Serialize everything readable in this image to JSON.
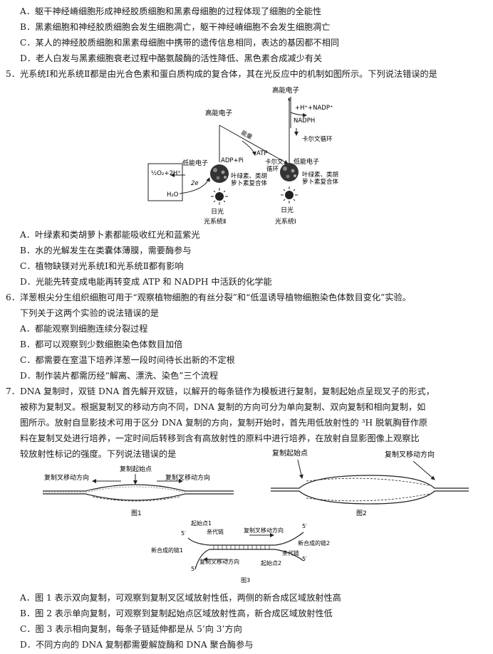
{
  "q4_options": [
    "A．躯干神经嵴细胞形成神经胶质细胞和黑素母细胞的过程体现了细胞的全能性",
    "B．黑素细胞和神经胶质细胞会发生细胞凋亡，躯干神经嵴细胞不会发生细胞凋亡",
    "C．某人的神经胶质细胞和黑素母细胞中携带的遗传信息相同，表达的基因都不相同",
    "D．老人白发与黑素细胞衰老过程中酪氨酸酶的活性降低、黑色素合成减少有关"
  ],
  "q5": {
    "stem": "5．光系统Ⅰ和光系统Ⅱ都是由光合色素和蛋白质构成的复合体，其在光反应中的机制如图所示。下列说法错误的是",
    "figure": {
      "high_e_1": "高能电子",
      "high_e_2": "高能电子",
      "e_label": "e",
      "h_nadp": "+H⁺+NADP⁺",
      "nadph": "NADPH",
      "calvin_1": "卡尔文循环",
      "energy": "能量",
      "atp": "ATP",
      "adp_pi": "ADP+Pi",
      "calvin_2a": "卡尔文",
      "calvin_2b": "循环",
      "low_e_1": "低能电子",
      "low_e_2": "低能电子",
      "complex_1a": "叶绿素、类胡",
      "complex_1b": "萝卜素复合体",
      "complex_2a": "叶绿素、类胡",
      "complex_2b": "萝卜素复合体",
      "o2_2h": "½O₂+2H⁺",
      "two_e": "2e",
      "h2o": "H₂O",
      "sun_1": "日光",
      "sun_2": "日光",
      "ps2": "光系统Ⅱ",
      "ps1": "光系统Ⅰ"
    },
    "options": [
      "A．叶绿素和类胡萝卜素都能吸收红光和蓝紫光",
      "B．水的光解发生在类囊体薄膜，需要酶参与",
      "C．植物缺镁对光系统Ⅰ和光系统Ⅱ都有影响",
      "D．光能先转变成电能再转变成 ATP 和 NADPH 中活跃的化学能"
    ]
  },
  "q6": {
    "stem_1": "6．洋葱根尖分生组织细胞可用于“观察植物细胞的有丝分裂”和“低温诱导植物细胞染色体数目变化”实验。",
    "stem_2": "下列关于这两个实验的说法错误的是",
    "options": [
      "A．都能观察到细胞连续分裂过程",
      "B．都可以观察到少数细胞染色体数目加倍",
      "C．都需要在室温下培养洋葱一段时间待长出新的不定根",
      "D．制作装片都需历经“解离、漂洗、染色”三个流程"
    ]
  },
  "q7": {
    "lines": [
      "7．DNA 复制时，双链 DNA 首先解开双链，以解开的每条链作为模板进行复制，复制起始点呈现叉子的形式，",
      "被称为复制叉。根据复制叉的移动方向不同，DNA 复制的方向可分为单向复制、双向复制和相向复制，如",
      "图所示。放射自显影技术可用于区分 DNA 复制的方向，复制开始时，首先用低放射性的 ³H 脱氧胸苷作原",
      "料在复制叉处进行培养，一定时间后转移到含有高放射性的原料中进行培养，在放射自显影图像上观察比",
      "较放射性标记的强度。下列说法错误的是"
    ],
    "fig1": {
      "origin": "复制起始点",
      "fork_left": "复制叉移动方向",
      "fork_right": "复制叉移动方向",
      "caption": "图1"
    },
    "fig2": {
      "origin": "复制起始点",
      "fork": "复制叉移动方向",
      "caption": "图2"
    },
    "fig3": {
      "origin1": "起始点1",
      "origin2": "起始点2",
      "parent1": "亲代链",
      "parent2": "亲代链",
      "fork1": "复制叉移动方向",
      "fork2": "复制叉移动方向",
      "new1": "新合成的链1",
      "new2": "新合成的链2",
      "five_prime": "5′",
      "caption": "图3"
    },
    "options": [
      "A．图 1 表示双向复制，可观察到复制叉区域放射性低，两侧的新合成区域放射性高",
      "B．图 2 表示单向复制，可观察到复制起始点区域放射性高，新合成区域放射性低",
      "C．图 3 表示相向复制，每条子链延伸都是从 5’向 3’方向",
      "D．不同方向的 DNA 复制都需要解旋酶和 DNA 聚合酶参与"
    ]
  }
}
